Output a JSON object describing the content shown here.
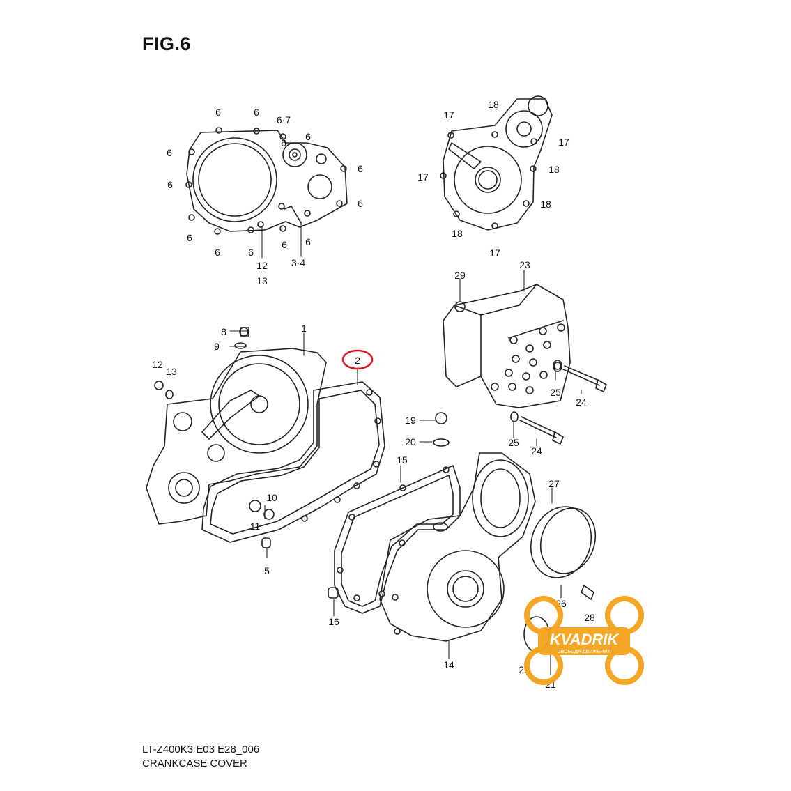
{
  "figure": {
    "title": "FIG.6",
    "model_code": "LT-Z400K3 E03 E28_006",
    "caption": "CRANKCASE COVER"
  },
  "highlight": {
    "label": "2",
    "color": "#e0161e"
  },
  "watermark": {
    "brand": "KVADRIK",
    "slogan": "СВОБОДА ДВИЖЕНИЯ",
    "color": "#f4a21c",
    "icon": "tire-tread-logo"
  },
  "callouts": [
    "6",
    "6",
    "6·7",
    "6",
    "6",
    "6",
    "6",
    "6",
    "6",
    "6",
    "6",
    "6",
    "6",
    "6",
    "12",
    "13",
    "3·4",
    "17",
    "18",
    "17",
    "17",
    "18",
    "18",
    "18",
    "17",
    "23",
    "29",
    "25",
    "24",
    "25",
    "24",
    "1",
    "8",
    "9",
    "12",
    "13",
    "10",
    "11",
    "5",
    "19",
    "20",
    "15",
    "16",
    "27",
    "26",
    "28",
    "14",
    "22",
    "21"
  ]
}
